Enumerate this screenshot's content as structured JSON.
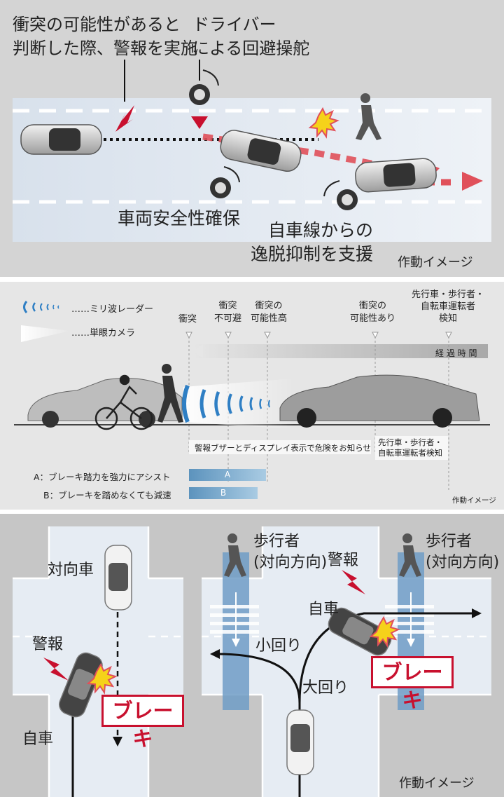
{
  "panel1": {
    "warn_text_l1": "衝突の可能性があると",
    "warn_text_l2": "判断した際、警報を実施",
    "steer_text_l1": "ドライバー",
    "steer_text_l2": "による回避操舵",
    "stability_text": "車両安全性確保",
    "lane_text_l1": "自車線からの",
    "lane_text_l2": "逸脱抑制を支援",
    "footnote": "作動イメージ"
  },
  "panel2": {
    "legend_radar": "……ミリ波レーダー",
    "legend_camera": "……単眼カメラ",
    "marker_collision": "衝突",
    "marker_unavoidable_l1": "衝突",
    "marker_unavoidable_l2": "不可避",
    "marker_high_l1": "衝突の",
    "marker_high_l2": "可能性高",
    "marker_possible_l1": "衝突の",
    "marker_possible_l2": "可能性あり",
    "marker_detect_l1": "先行車・歩行者・",
    "marker_detect_l2": "自転車運転者",
    "marker_detect_l3": "検知",
    "elapsed_time": "経 過 時 間",
    "warning_bar": "警報ブザーとディスプレイ表示で危険をお知らせ",
    "detect_bar_l1": "先行車・歩行者・",
    "detect_bar_l2": "自転車運転者検知",
    "row_a_label": "A：ブレーキ踏力を強力にアシスト",
    "row_a_bar": "A",
    "row_b_label": "B：ブレーキを踏めなくても減速",
    "row_b_bar": "B",
    "footnote": "作動イメージ"
  },
  "panel3": {
    "oncoming_car": "対向車",
    "warning_left": "警報",
    "brake_left": "ブレーキ",
    "own_car_left": "自車",
    "pedestrian_1_l1": "歩行者",
    "pedestrian_1_l2": "(対向方向)",
    "warning_right": "警報",
    "pedestrian_2_l1": "歩行者",
    "pedestrian_2_l2": "(対向方向)",
    "own_car_right": "自車",
    "small_turn": "小回り",
    "wide_turn": "大回り",
    "brake_right": "ブレーキ",
    "footnote": "作動イメージ"
  },
  "colors": {
    "red": "#c8102e",
    "road": "#e6ecf3",
    "blue_bar": "#6fa3c8",
    "lane_blue": "#6f9cc6"
  }
}
